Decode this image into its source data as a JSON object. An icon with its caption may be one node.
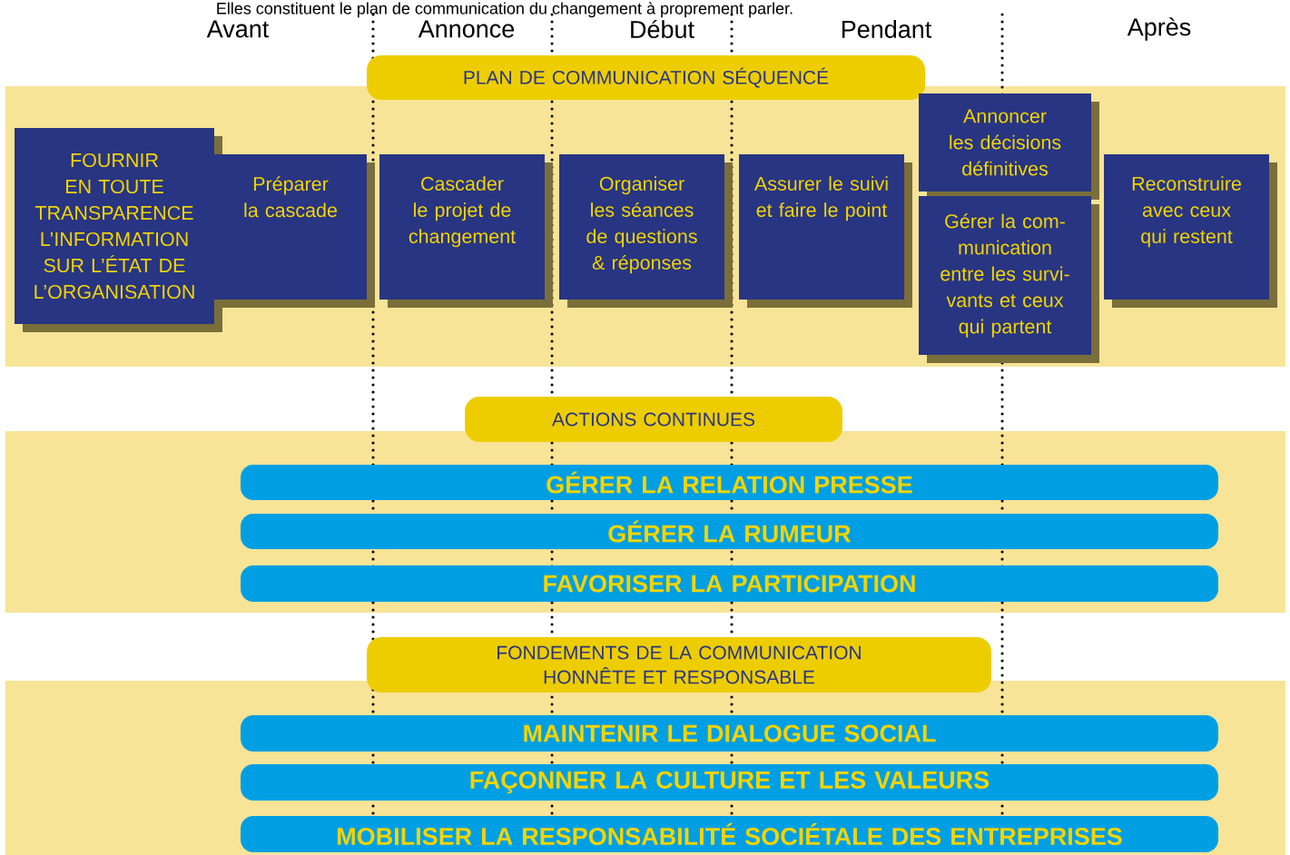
{
  "diagram": {
    "nodes": [
      {
        "text": [
          "PLAN DE COMMUNICATION SÉQUENCÉ"
        ]
      },
      {
        "text": [
          "FOURNIR EN TOUTE TRANSPARENCE L’INFORMATION SUR L’ÉTAT DE L’ORGANISATION"
        ]
      },
      {
        "text": [
          "Préparer la cascade"
        ]
      },
      {
        "text": [
          "Cascader le projet de changement"
        ]
      },
      {
        "text": [
          "Organiser les séances de questions & réponses"
        ]
      },
      {
        "text": [
          "Assurer le suivi et faire le point"
        ]
      },
      {
        "text": [
          "Annoncer les décisions définitives"
        ]
      },
      {
        "text": [
          "Gérer la com- munication entre les survi- vants et ceux qui partent"
        ]
      },
      {
        "text": [
          "Reconstruire avec ceux qui restent"
        ]
      },
      {
        "text": [
          "ACTIONS CONTINUES"
        ]
      },
      {
        "text": [
          "GÉRER LA RELATION PRESSE"
        ]
      },
      {
        "text": [
          "GÉRER LA RUMEUR"
        ]
      },
      {
        "text": [
          "FAVORISER LA PARTICIPATION"
        ]
      },
      {
        "text": [
          "FONDEMENTS DE LA COMMUNICATION HONNÊTE ET RESPONSABLE"
        ]
      },
      {
        "text": [
          "MAINTENIR LE DIALOGUE SOCIAL"
        ]
      },
      {
        "text": [
          "FAÇONNER LA CULTURE ET LES VALEURS"
        ]
      },
      {
        "text": [
          "MOBILISER LA RESPONSABILITÉ SOCIÉTALE DES ENTREPRISES"
        ]
      }
    ],
    "labels": [
      "Elles constituent le plan de communication du changement à proprement parler.",
      "Avant",
      "Annonce",
      "Début",
      "Pendant",
      "Après"
    ]
  }
}
